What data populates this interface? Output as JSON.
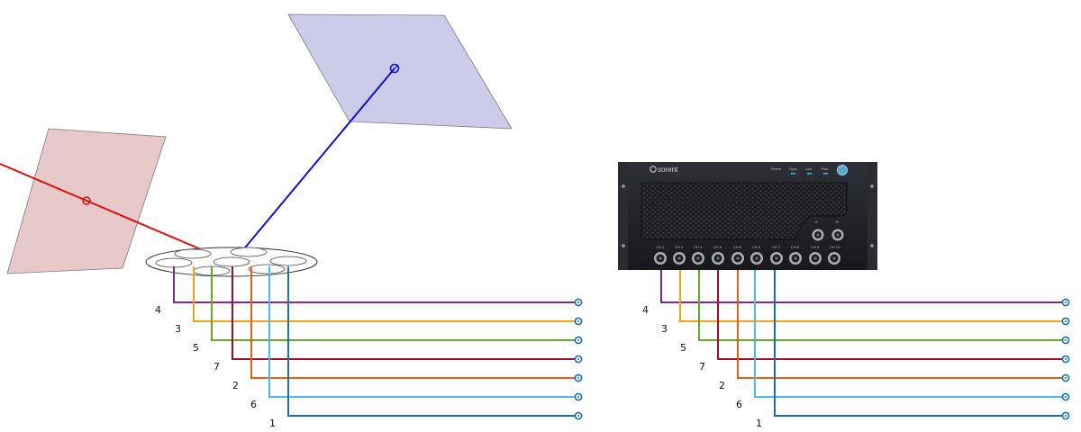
{
  "scene": {
    "source_plane_color": "#e7c9c9",
    "receiver_plane_color": "#ccccea",
    "source_ray_color": "#e01010",
    "receiver_ray_color": "#1010d8"
  },
  "device": {
    "brand": "sorent",
    "status_labels": [
      "Power",
      "Sync",
      "Link",
      "Run"
    ],
    "channel_labels": [
      "CH 1",
      "CH 2",
      "CH 3",
      "CH 4",
      "CH 5",
      "CH 6",
      "CH 7",
      "CH 8",
      "CH 9",
      "CH 10"
    ],
    "aux_labels": [
      "A",
      "B"
    ]
  },
  "wires": [
    {
      "label": "4",
      "color": "#7b2a8c"
    },
    {
      "label": "3",
      "color": "#e8a81e"
    },
    {
      "label": "5",
      "color": "#6aa629"
    },
    {
      "label": "7",
      "color": "#9b1030"
    },
    {
      "label": "2",
      "color": "#e0601a"
    },
    {
      "label": "6",
      "color": "#4fb8e8"
    },
    {
      "label": "1",
      "color": "#1a6fb0"
    }
  ]
}
